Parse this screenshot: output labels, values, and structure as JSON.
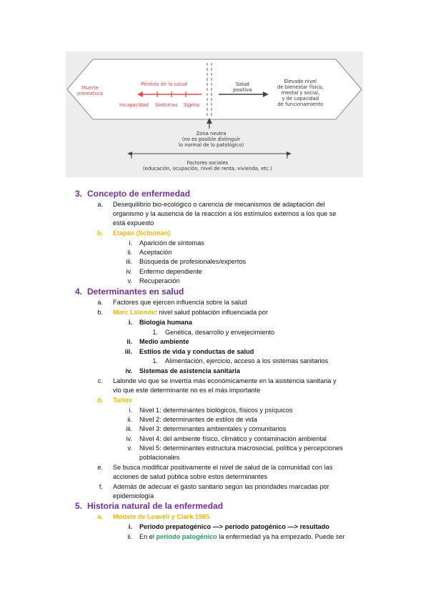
{
  "figure": {
    "muerte": [
      "Muerte",
      "prematura"
    ],
    "perdida": "Pérdida de la salud",
    "incapacidad": "Incapacidad",
    "sintomas": "Síntomas",
    "signos": "Signos",
    "salud_positiva": [
      "Salud",
      "positiva"
    ],
    "elevado": [
      "Elevado nivel",
      "de bienestar físico,",
      "mental y social,",
      "y de capacidad",
      "de funcionamiento"
    ],
    "zona": [
      "Zona neutra",
      "(no es posible distinguir",
      "lo normal de lo patológico)"
    ],
    "factores": [
      "Factores sociales",
      "(educación, ocupación, nivel de renta, vivienda, etc.)"
    ]
  },
  "sec3": {
    "num": "3.",
    "title": "Concepto de enfermedad",
    "a_mark": "a.",
    "a_lines": [
      "Desequilibrio bio-ecológico o carencia de mecanismos de adaptación del",
      "organismo y la ausencia de la reacción a los estímulos externos a los que se",
      "está expuesto"
    ],
    "b_mark": "b.",
    "b_label": "Etapas (Schuman)",
    "etapas": [
      {
        "m": "i.",
        "t": "Aparición de síntomas"
      },
      {
        "m": "ii.",
        "t": "Aceptación"
      },
      {
        "m": "iii.",
        "t": "Búsqueda de profesionales/expertos"
      },
      {
        "m": "iv.",
        "t": "Enfermo dependiente"
      },
      {
        "m": "v.",
        "t": "Recuperación"
      }
    ]
  },
  "sec4": {
    "num": "4.",
    "title": "Determinantes en salud",
    "a_mark": "a.",
    "a_text": "Factores que ejercen influencia sobre la salud",
    "b_mark": "b.",
    "b_label": "Marc Lalonde",
    "b_text": ": nivel salud población influenciada por",
    "i_mark": "i.",
    "i_text": "Biología humana",
    "i1_mark": "1.",
    "i1_text": "Genética, desarrollo y envejecimiento",
    "ii_mark": "ii.",
    "ii_text": "Medio ambiente",
    "iii_mark": "iii.",
    "iii_text": "Estilos de vida y conductas de salud",
    "iii1_mark": "1.",
    "iii1_text": "Alimentación, ejercicio, acceso a los sistemas sanitarios",
    "iv_mark": "iv.",
    "iv_text": "Sistemas de asistencia sanitaria",
    "c_mark": "c.",
    "c_lines": [
      "Lalonde vio que se invertía más económicamente en la asistencia sanitaria y",
      "vio que este determinante no es el más importante"
    ],
    "d_mark": "d.",
    "d_label": "Tarlov",
    "niveles": [
      {
        "m": "i.",
        "t": "Nivel 1: determinantes biológicos, físicos y psíquicos"
      },
      {
        "m": "ii.",
        "t": "Nivel 2: determinantes de estilos de vida"
      },
      {
        "m": "iii.",
        "t": "Nivel 3: determinantes ambientales y comunitarios"
      },
      {
        "m": "iv.",
        "t": "Nivel 4: del ambiente físico, climático y contaminación ambiental"
      },
      {
        "m": "v.",
        "t": "Nivel 5: determinantes estructura macrosocial, política y percepciones"
      }
    ],
    "nivel5_cont": "poblacionales",
    "e_mark": "e.",
    "e_lines": [
      "Se busca modificar positivamente el nivel de salud de la comunidad con las",
      "acciones de salud pública sobre estos determinantes"
    ],
    "f_mark": "f.",
    "f_lines": [
      "Además de adecuar el gasto sanitario según las prioridades marcadas por",
      "epidemiología"
    ]
  },
  "sec5": {
    "num": "5.",
    "title": "Historia natural de la enfermedad",
    "a_mark": "a.",
    "a_label": "Modelo de Leavell y Clark 1965",
    "i_mark": "i.",
    "i_text": "Periodo prepatogénico —> periodo patogénico —> resultado",
    "ii_mark": "ii.",
    "ii_pre": "En el ",
    "ii_green": "periodo patogénico",
    "ii_post": " la enfermedad ya ha empezado. Puede ser"
  }
}
